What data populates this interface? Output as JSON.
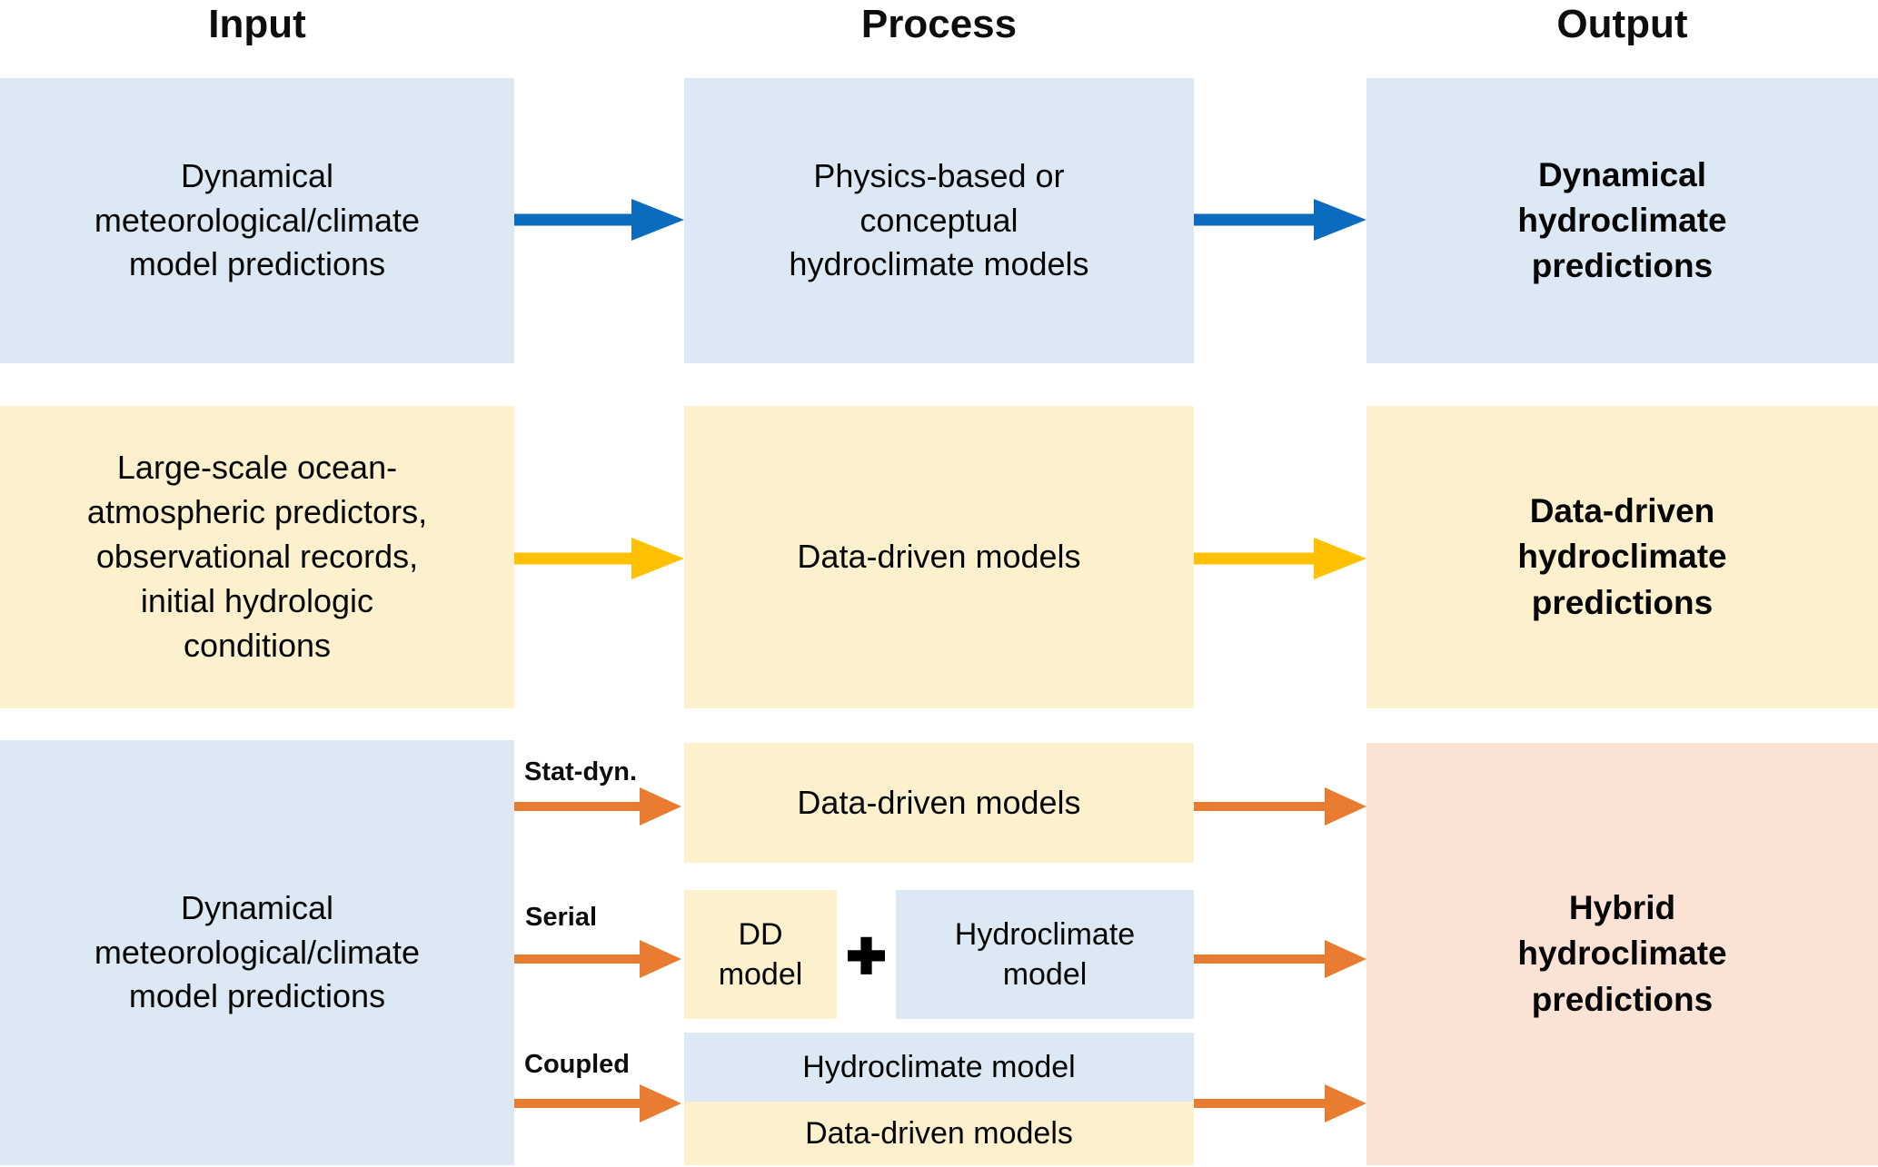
{
  "headers": {
    "input": "Input",
    "process": "Process",
    "output": "Output"
  },
  "row_dynamical": {
    "input": "Dynamical\nmeteorological/climate\nmodel predictions",
    "process": "Physics-based or\nconceptual\nhydroclimate models",
    "output": "Dynamical\nhydroclimate\npredictions"
  },
  "row_data_driven": {
    "input": "Large-scale ocean-\natmospheric predictors,\nobservational records,\ninitial hydrologic\nconditions",
    "process": "Data-driven models",
    "output": "Data-driven\nhydroclimate\npredictions"
  },
  "row_hybrid": {
    "input": "Dynamical\nmeteorological/climate\nmodel predictions",
    "output": "Hybrid\nhydroclimate\npredictions",
    "stat_dyn": {
      "label": "Stat-dyn.",
      "process": "Data-driven models"
    },
    "serial": {
      "label": "Serial",
      "dd_model": "DD\nmodel",
      "plus_icon": "✚",
      "hydroclimate_model": "Hydroclimate\nmodel"
    },
    "coupled": {
      "label": "Coupled",
      "hydroclimate_model": "Hydroclimate model",
      "data_driven_models": "Data-driven models"
    }
  },
  "colors": {
    "box_blue": "#dce8f4",
    "box_yellow": "#fdf0cc",
    "box_peach": "#fae3d4",
    "arrow_blue": "#0b6bbf",
    "arrow_yellow": "#ffc000",
    "arrow_orange": "#e87d31",
    "text": "#000000",
    "background": "#ffffff"
  }
}
